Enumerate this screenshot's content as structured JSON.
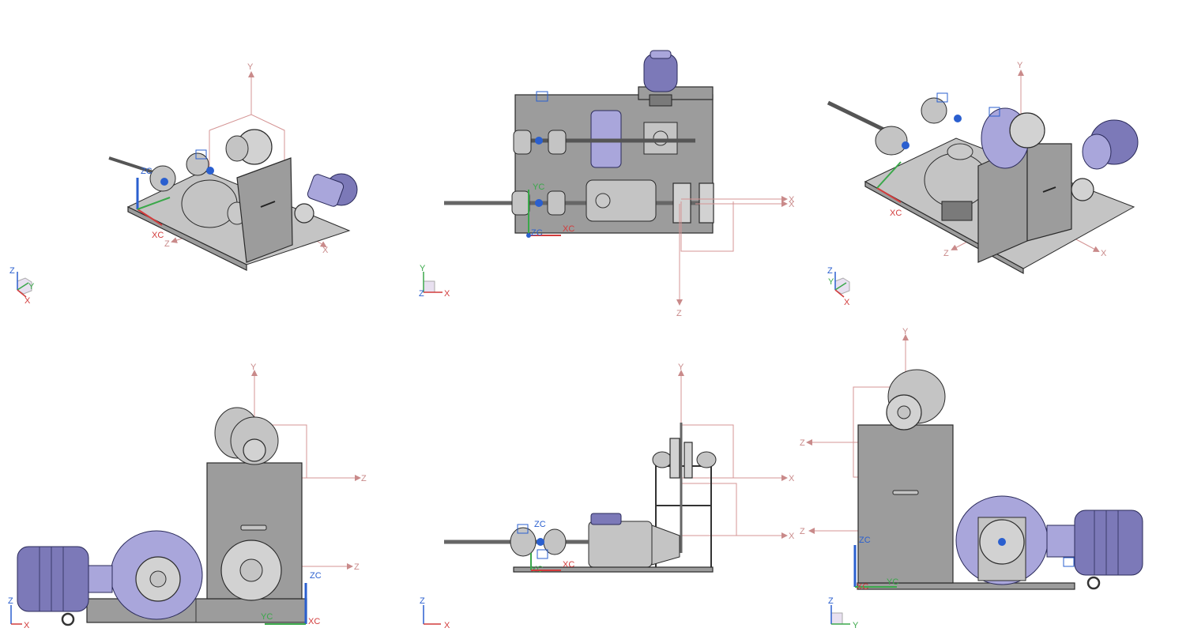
{
  "views": [
    {
      "id": "iso-top-left",
      "labels": {
        "y": "Y",
        "x": "X",
        "z": "Z",
        "zc": "ZC",
        "xc": "XC"
      },
      "triad": {
        "z": "Z",
        "y": "Y",
        "x": "X"
      }
    },
    {
      "id": "top-view",
      "labels": {
        "x1": "X",
        "x2": "X",
        "z": "Z",
        "yc": "YC",
        "zc": "ZC",
        "xc": "XC"
      },
      "triad": {
        "y": "Y",
        "z": "Z",
        "x": "X"
      }
    },
    {
      "id": "iso-top-right",
      "labels": {
        "y": "Y",
        "x": "X",
        "z": "Z",
        "xc": "XC"
      },
      "triad": {
        "z": "Z",
        "y": "Y",
        "x": "X"
      }
    },
    {
      "id": "side-left",
      "labels": {
        "y": "Y",
        "z1": "Z",
        "z2": "Z",
        "zc": "ZC",
        "yc": "YC",
        "xc": "XC"
      },
      "triad": {
        "z": "Z",
        "x": "X"
      }
    },
    {
      "id": "front-center",
      "labels": {
        "y": "Y",
        "x1": "X",
        "x2": "X",
        "zc": "ZC",
        "yc": "YC",
        "xc": "XC"
      },
      "triad": {
        "z": "Z",
        "x": "X"
      }
    },
    {
      "id": "side-right",
      "labels": {
        "y": "Y",
        "z1": "Z",
        "z2": "Z",
        "zc": "ZC",
        "yc": "YC",
        "xc": "XC"
      },
      "triad": {
        "z": "Z",
        "y": "Y"
      }
    }
  ],
  "colors": {
    "background": "#ffffff",
    "body_gray": "#9c9c9c",
    "motor_blue": "#7c79b8",
    "datum_pink": "#d49494",
    "wcs_blue": "#2a5fcf",
    "axis_red": "#d23c3c",
    "axis_green": "#3aa84a"
  },
  "icons": [
    "coordinate-triad-icon",
    "datum-csys-icon",
    "constraint-marker-icon"
  ]
}
